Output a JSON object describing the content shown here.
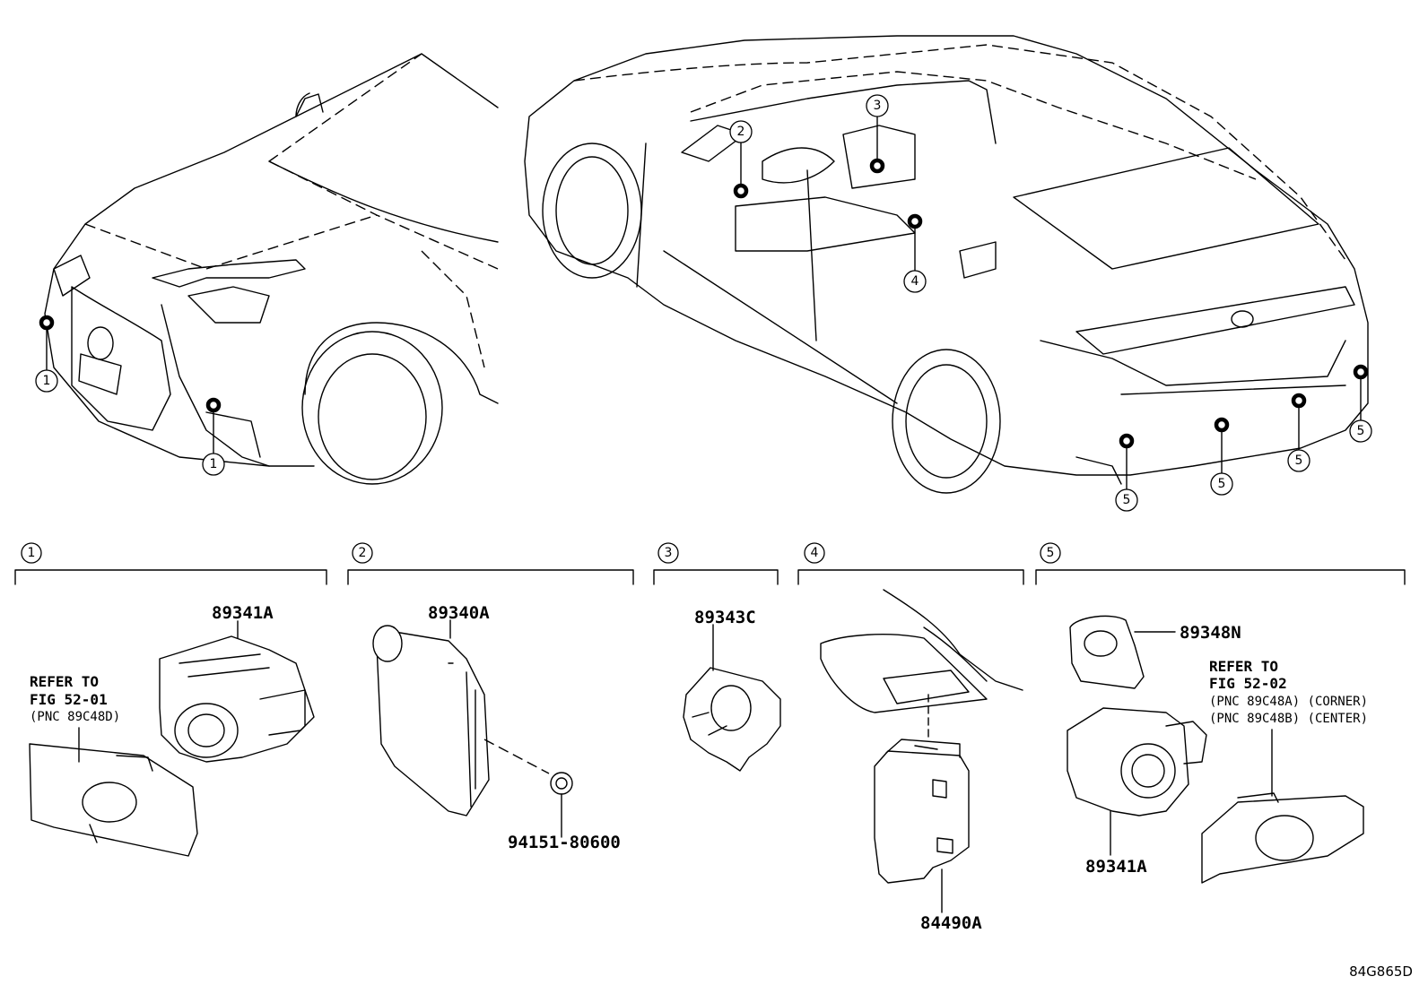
{
  "sections": [
    {
      "number": "1",
      "parts": [
        "89341A"
      ],
      "note_lines": [
        "REFER TO",
        "FIG 52-01",
        "(PNC 89C48D)"
      ]
    },
    {
      "number": "2",
      "parts": [
        "89340A",
        "94151-80600"
      ]
    },
    {
      "number": "3",
      "parts": [
        "89343C"
      ]
    },
    {
      "number": "4",
      "parts": [
        "84490A"
      ]
    },
    {
      "number": "5",
      "parts": [
        "89348N",
        "89341A"
      ],
      "note_lines": [
        "REFER TO",
        "FIG 52-02",
        "(PNC 89C48A) (CORNER)",
        "(PNC 89C48B) (CENTER)"
      ]
    }
  ],
  "diagram_code": "84G865D"
}
